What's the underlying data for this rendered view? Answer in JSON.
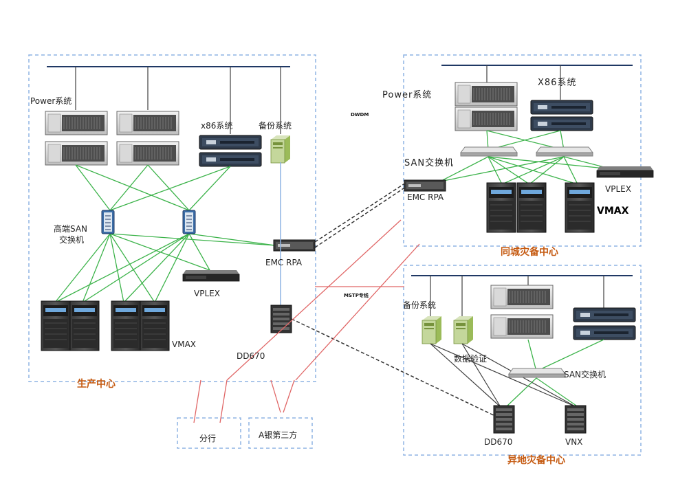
{
  "colors": {
    "zone_border": "#8eb4e3",
    "bus": "#1f3864",
    "green_link": "#3cb34a",
    "red_link": "#e06666",
    "site_label": "#c55a11"
  },
  "zones": {
    "production": "生产中心",
    "same_city": "同城灾备中心",
    "remote": "异地灾备中心",
    "branch": "分行",
    "third_party": "A银第三方"
  },
  "production": {
    "power": "Power系统",
    "x86": "x86系统",
    "backup": "备份系统",
    "san": "高端SAN\n交换机",
    "san_line1": "高端SAN",
    "san_line2": "交换机",
    "vplex": "VPLEX",
    "vmax": "VMAX",
    "emc_rpa": "EMC RPA",
    "dd670": "DD670"
  },
  "same_city": {
    "power": "Power系统",
    "x86": "X86系统",
    "san": "SAN交换机",
    "emc_rpa": "EMC RPA",
    "vplex": "VPLEX",
    "vmax": "VMAX"
  },
  "remote": {
    "backup": "备份系统",
    "verify": "数据验证",
    "san": "SAN交换机",
    "dd670": "DD670",
    "vnx": "VNX"
  },
  "links": {
    "dwdm": "DWDM",
    "mstp": "MSTP专线"
  }
}
